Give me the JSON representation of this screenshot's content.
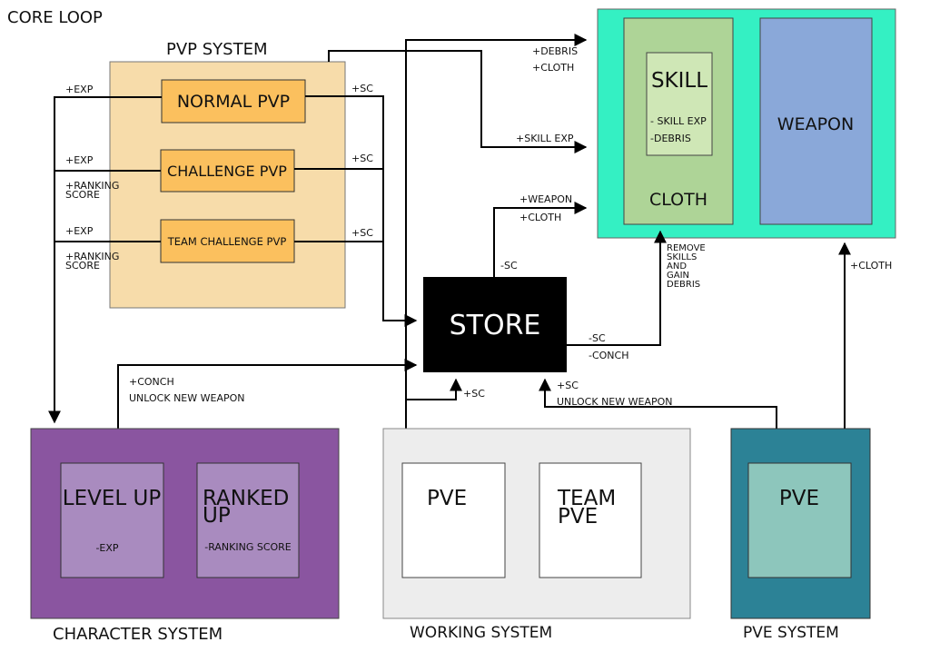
{
  "title": "CORE LOOP",
  "colors": {
    "pvp_bg": "#f7dcaa",
    "pvp_box": "#fbc05e",
    "reward_bg": "#34f0c3",
    "cloth": "#aed497",
    "skill": "#cfe7b6",
    "weapon": "#8aa8d9",
    "store": "#000000",
    "character_bg": "#8a55a0",
    "character_box": "#a98bbf",
    "working_bg": "#ededed",
    "pve_bg": "#2c8296",
    "pve_box": "#8dc6bc"
  },
  "pvp": {
    "title": "PVP SYSTEM",
    "normal": "NORMAL PVP",
    "challenge": "CHALLENGE PVP",
    "team_challenge": "TEAM CHALLENGE PVP",
    "exp1": "+EXP",
    "exp2": "+EXP",
    "exp3": "+EXP",
    "rank2_a": "+RANKING",
    "rank2_b": "SCORE",
    "rank3_a": "+RANKING",
    "rank3_b": "SCORE",
    "sc1": "+SC",
    "sc2": "+SC",
    "sc3": "+SC"
  },
  "reward": {
    "skill": "SKILL",
    "skill_exp": "- SKILL EXP",
    "skill_debris": "-DEBRIS",
    "cloth": "CLOTH",
    "weapon": "WEAPON",
    "debris": "+DEBRIS",
    "cloth_gain": "+CLOTH",
    "skill_exp_gain": "+SKILL EXP",
    "weapon_gain": "+WEAPON",
    "cloth_gain2": "+CLOTH",
    "remove_1": "REMOVE",
    "remove_2": "SKILLS",
    "remove_3": "AND",
    "remove_4": "GAIN",
    "remove_5": "DEBRIS",
    "pve_cloth": "+CLOTH"
  },
  "store": {
    "label": "STORE",
    "minus_sc_top": "-SC",
    "minus_sc_right": "-SC",
    "minus_conch": "-CONCH",
    "plus_sc_bottom": "+SC",
    "plus_sc_pve": "+SC",
    "unlock_pve": "UNLOCK NEW WEAPON"
  },
  "character": {
    "title": "CHARACTER SYSTEM",
    "conch": "+CONCH",
    "unlock": "UNLOCK NEW WEAPON",
    "level_up": "LEVEL UP",
    "level_up_sub": "-EXP",
    "ranked_up_1": "RANKED",
    "ranked_up_2": "UP",
    "ranked_up_sub": "-RANKING SCORE"
  },
  "working": {
    "title": "WORKING SYSTEM",
    "pve": "PVE",
    "team_pve_1": "TEAM",
    "team_pve_2": "PVE"
  },
  "pve_system": {
    "title": "PVE SYSTEM",
    "pve": "PVE"
  }
}
